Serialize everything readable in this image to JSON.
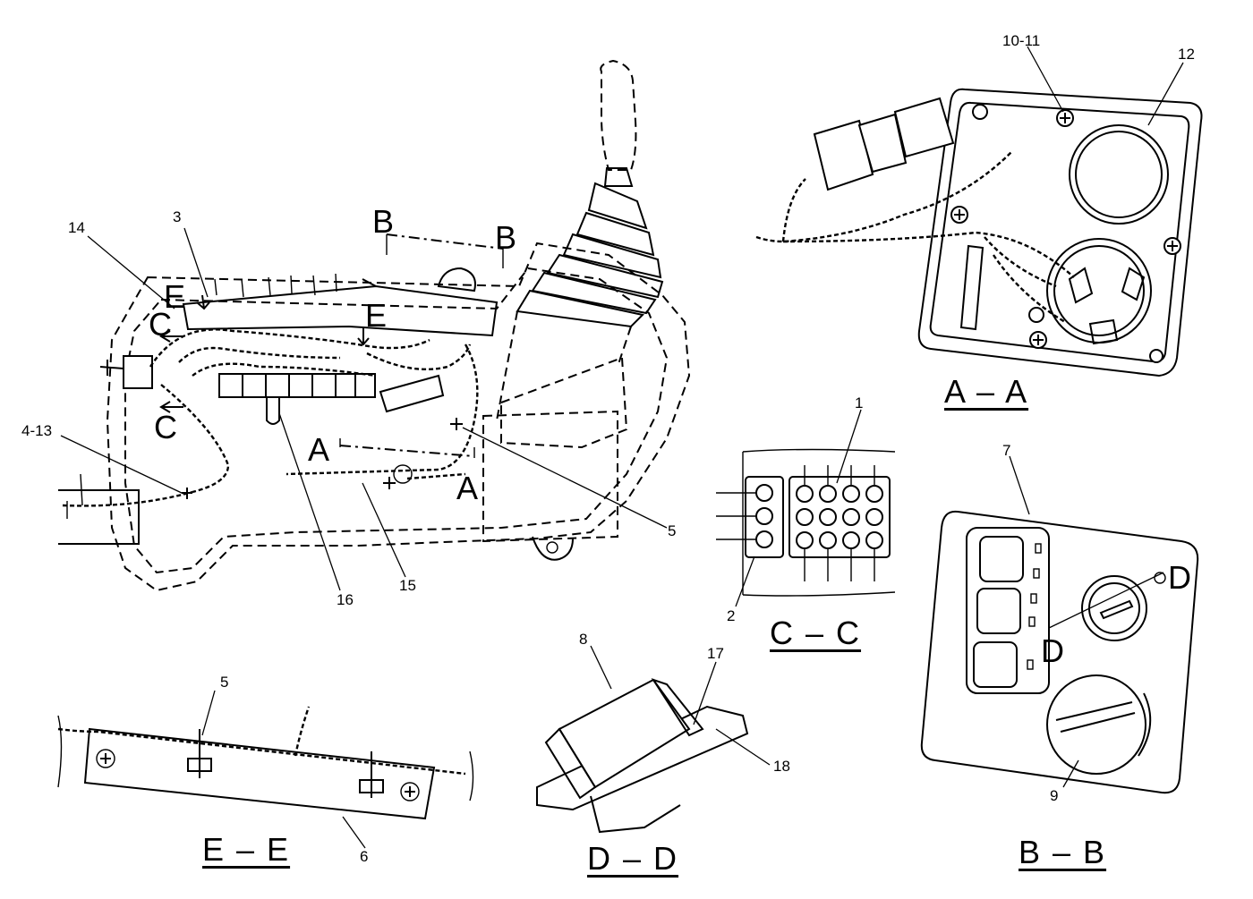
{
  "callouts": {
    "n1": "1",
    "n2": "2",
    "n3": "3",
    "n4_13": "4-13",
    "n5_main": "5",
    "n5_ee": "5",
    "n6": "6",
    "n7": "7",
    "n8": "8",
    "n9": "9",
    "n10_11": "10-11",
    "n12": "12",
    "n14": "14",
    "n15": "15",
    "n16": "16",
    "n17": "17",
    "n18": "18"
  },
  "section_markers": {
    "b_left": "B",
    "b_right": "B",
    "e_left": "E",
    "e_right": "E",
    "c_top": "C",
    "c_bottom": "C",
    "a_left": "A",
    "a_right": "A",
    "d_upper": "D",
    "d_lower": "D"
  },
  "view_titles": {
    "aa": "A – A",
    "bb": "B – B",
    "cc": "C – C",
    "dd": "D – D",
    "ee": "E – E"
  }
}
